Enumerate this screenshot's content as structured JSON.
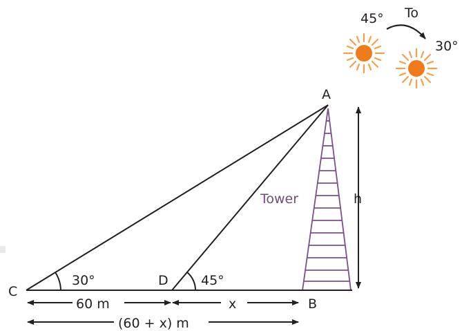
{
  "sun_transition": {
    "from_angle": "45°",
    "word": "To",
    "to_angle": "30°"
  },
  "points": {
    "a": "A",
    "b": "B",
    "c": "C",
    "d": "D"
  },
  "angles": {
    "at_c": "30°",
    "at_d": "45°"
  },
  "tower_label": "Tower",
  "height_label": "h",
  "dimensions": {
    "cd": "60 m",
    "db": "x",
    "cb": "(60 + x) m"
  },
  "colors": {
    "line": "#231f20",
    "tower": "#7b4f8c",
    "sun_core": "#ef7b1a",
    "sun_rays": "#f4a04a"
  }
}
